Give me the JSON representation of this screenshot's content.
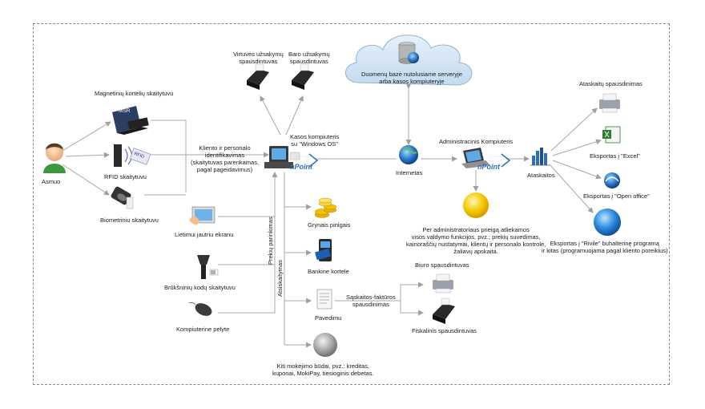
{
  "nodes": {
    "person": "Asmuo",
    "magnetic_reader": "Magnetinių kortelių skaitytuvu",
    "magnetic_reader_tag": "MSR",
    "rfid_reader": "RFID skaitytuvu",
    "rfid_tag": "RFID",
    "biometric_reader": "Biometriniu skaitytuvu",
    "client_identification": "Kliento ir personalo\nidentifikavimas\n(skaitytuvas parenkamas,\npagal pageidavimus)",
    "kitchen_printer": "Virtuvės užsakymų\nspausdintuvas",
    "bar_printer": "Baro užsakymų\nspausdintuvas",
    "pos_computer": "Kasos kompiuteris\nsu \"Windows OS\"",
    "npoint_brand": "nPoint",
    "touch_screen": "Lietimui jautriu ekranu",
    "barcode_scanner": "Brūkšninių kodų skaitytuvu",
    "mouse": "Kompiuterine pelyte",
    "product_selection": "Prekių parinkimas",
    "settlement": "Atsiskaitymas",
    "cash": "Grynais pinigais",
    "bank_card": "Bankine kortele",
    "transfer": "Pavedimu",
    "other_payment": "Kiti mokėjimo būdai, pvz.: kreditas,\nkuponai, MokiPay, tiesioginis debetas.",
    "invoice_printing": "Sąskaitos-faktūros\nspausdinimas",
    "office_printer": "Biuro spausdintuvas",
    "fiscal_printer": "Fiskalinis spausdintuvas",
    "cloud_db": "Duomenų bazė nutolusiame serveryje\narba kasos kompiuteryje",
    "internet": "Internetas",
    "admin_computer": "Administracinis Kompiuteris",
    "admin_description": "Per administratoriaus prieigą atliekamos\nvisos valdymo funkcijos, pvz.; prekių suvedimas,\nkainoraščių nustatymai, klientų ir personalo kontrolė,\nžaliavų apskaita.",
    "reports": "Ataskaitos",
    "report_printing": "Ataskaitų spausdinimas",
    "export_excel": "Eksportas į \"Excel\"",
    "export_openoffice": "Eksportas į \"Open office\"",
    "export_rivile": "Eksportas į \"Rivile\" buhalterinę programą\nir kitas (programuojama pagal kliento poreikius)"
  },
  "colors": {
    "edge": "#a8a8a8",
    "frame": "#8a8a8a",
    "cloud": "#cfe3f3",
    "cloud_stroke": "#8fb3d2",
    "accent_blue": "#2f6fb6",
    "coin_yellow": "#f2c200",
    "sphere_grey": "#9a9a9a"
  }
}
